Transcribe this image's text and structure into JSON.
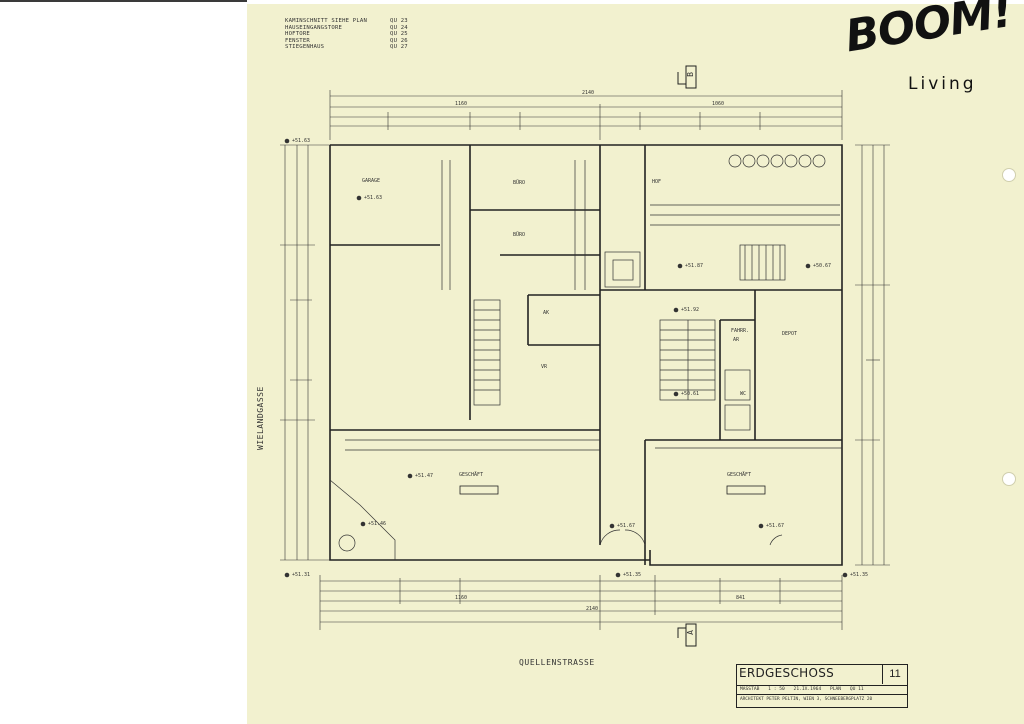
{
  "legend": [
    {
      "label": "KAMINSCHNITT SIEHE PLAN",
      "code": "QU 23"
    },
    {
      "label": "HAUSEINGANGSTORE",
      "code": "QU 24"
    },
    {
      "label": "HOFTORE",
      "code": "QU 25"
    },
    {
      "label": "FENSTER",
      "code": "QU 26"
    },
    {
      "label": "STIEGENHAUS",
      "code": "QU 27"
    }
  ],
  "brand": {
    "boom": "BOOM!",
    "living": "Living"
  },
  "streets": {
    "west": "WIELANDGASSE",
    "south": "QUELLENSTRASSE"
  },
  "sections": {
    "top": "B",
    "bottom": "A"
  },
  "dims": {
    "total_top": "2140",
    "total_bottom": "2140",
    "left_part": "1160",
    "right_part": "1060",
    "lower_mid": "1160",
    "lower_right": "841"
  },
  "rooms": {
    "garage": "GARAGE",
    "bueroa": "BÜRO",
    "buerob": "BÜRO",
    "hof": "HOF",
    "ak": "AK",
    "vr": "VR",
    "fahrrad": "FAHRR.",
    "ar": "AR",
    "depot": "DEPOT",
    "wc": "WC",
    "geschaeft_left": "GESCHÄFT",
    "geschaeft_right": "GESCHÄFT"
  },
  "levels": {
    "garage": "+51.63",
    "nw": "+51.63",
    "hof_left": "+51.87",
    "hof_right": "+50.67",
    "mid": "+51.92",
    "stair": "+50.61",
    "shop_left": "+51.47",
    "shop_corner": "+51.46",
    "entry_mid": "+51.67",
    "shop_right": "+51.67",
    "sw": "+51.31",
    "bottom_mid": "+51.35",
    "se": "+51.35"
  },
  "title_block": {
    "title": "ERDGESCHOSS",
    "number": "11",
    "scale_label": "MASSTAB",
    "scale": "1 : 50",
    "date": "21.IX.1964",
    "plan_label": "PLAN",
    "plan_no": "QU 11",
    "architect": "ARCHITEKT PETER PELTIN, WIEN 3, SCHNEEBERGPLATZ 20"
  }
}
